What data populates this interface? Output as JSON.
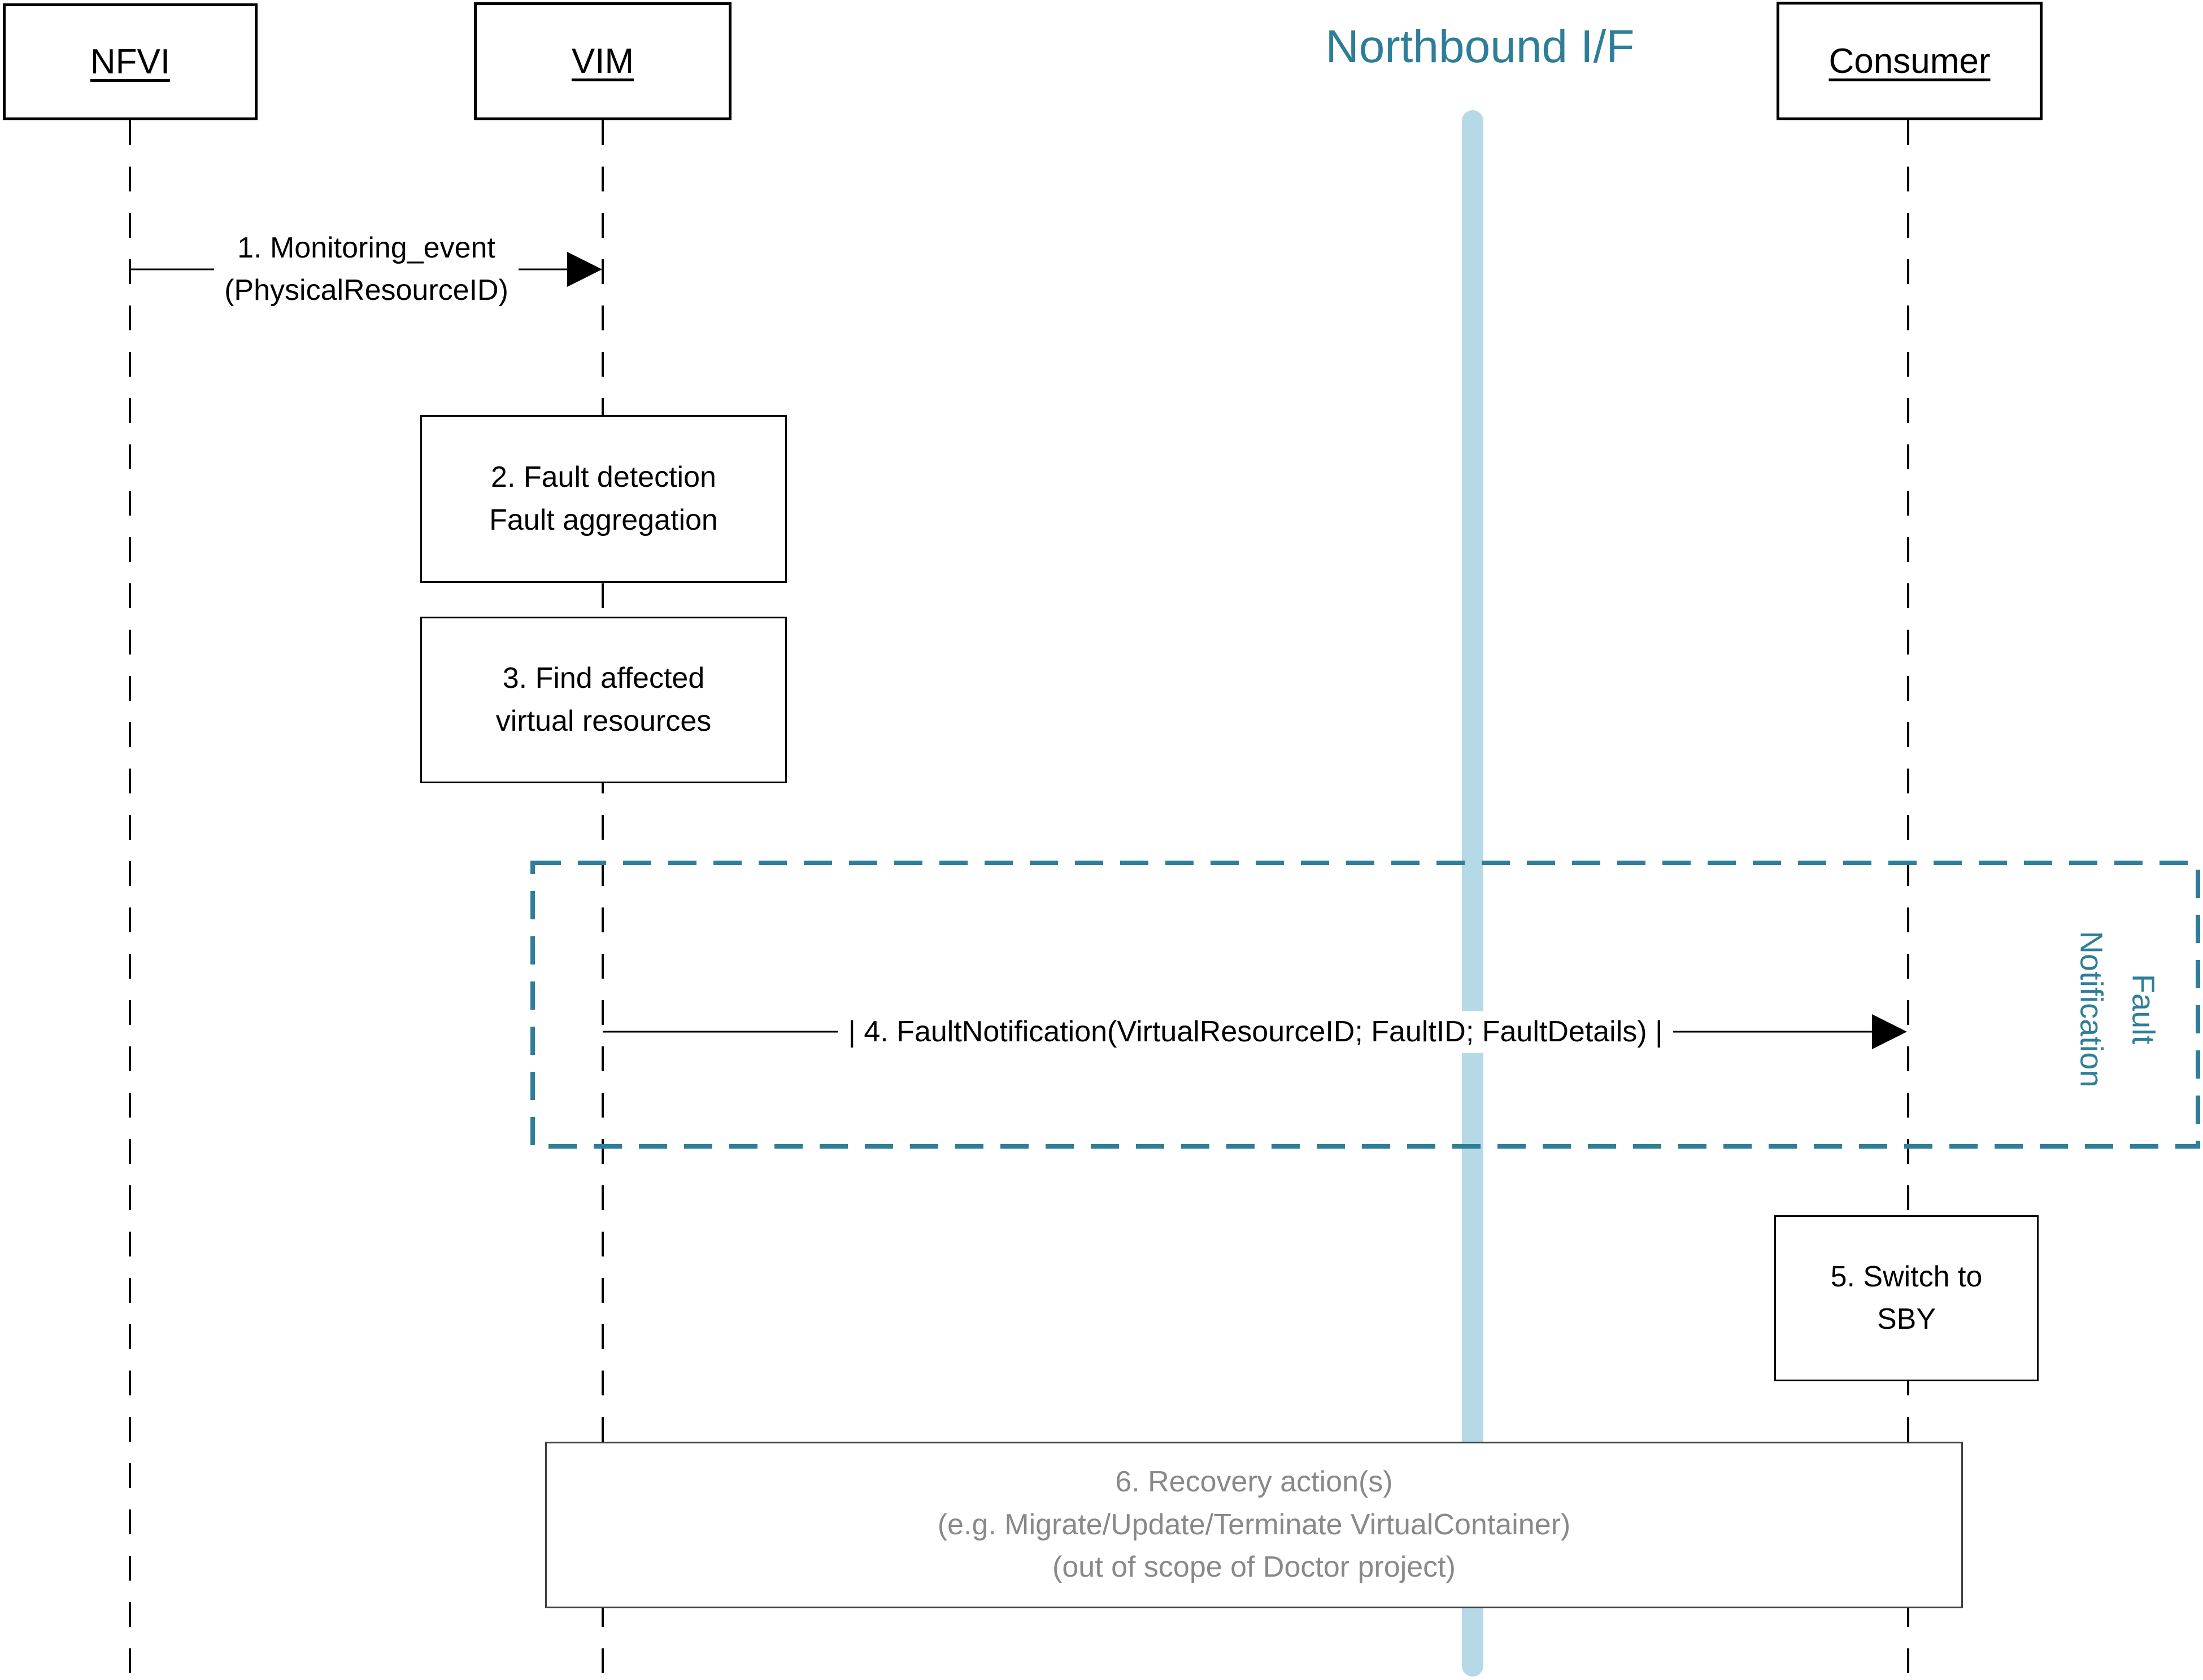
{
  "title": {
    "text": "Northbound I/F"
  },
  "actors": [
    {
      "label": "NFVI"
    },
    {
      "label": "VIM"
    },
    {
      "label": "Consumer"
    }
  ],
  "messages": {
    "m1": {
      "line1": "1. Monitoring_event",
      "line2": "(PhysicalResourceID)"
    },
    "m4": {
      "text": "| 4. FaultNotification(VirtualResourceID; FaultID; FaultDetails) |"
    }
  },
  "steps": {
    "step2": {
      "line1": "2. Fault detection",
      "line2": "Fault aggregation"
    },
    "step3": {
      "line1": "3. Find affected",
      "line2": "virtual resources"
    },
    "step5": {
      "line1": "5. Switch to",
      "line2": "SBY"
    },
    "step6": {
      "line1": "6. Recovery action(s)",
      "line2": "(e.g. Migrate/Update/Terminate VirtualContainer)",
      "line3": "(out of scope of Doctor project)"
    }
  },
  "frame": {
    "label_line1": "Fault",
    "label_line2": "Notification"
  },
  "colors": {
    "accent_teal": "#2E7E98",
    "northbound_line_fill": "#B5D9E6",
    "lifeline_black": "#000000",
    "step6_text_gray": "#898989",
    "step6_border_gray": "#404040",
    "background": "#FFFFFF"
  }
}
